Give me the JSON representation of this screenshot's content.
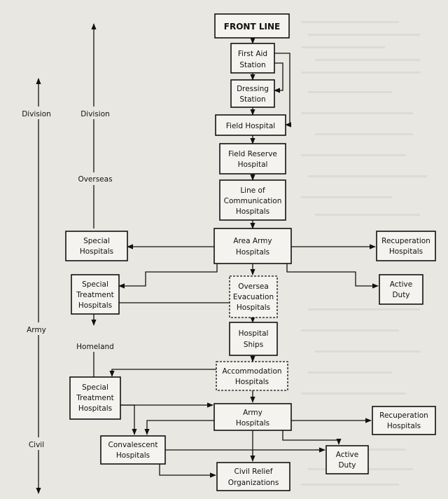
{
  "boxes": {
    "front_line": [
      "FRONT LINE"
    ],
    "first_aid": [
      "First Aid",
      "Station"
    ],
    "dressing": [
      "Dressing",
      "Station"
    ],
    "field_hospital": [
      "Field Hospital"
    ],
    "field_reserve": [
      "Field Reserve",
      "Hospital"
    ],
    "loc_hospitals": [
      "Line of",
      "Communication",
      "Hospitals"
    ],
    "special_hospitals": [
      "Special",
      "Hospitals"
    ],
    "area_army": [
      "Area Army",
      "Hospitals"
    ],
    "recuperation_1": [
      "Recuperation",
      "Hospitals"
    ],
    "special_treatment_1": [
      "Special",
      "Treatment",
      "Hospitals"
    ],
    "oversea_evac": [
      "Oversea",
      "Evacuation",
      "Hospitals"
    ],
    "active_duty_1": [
      "Active",
      "Duty"
    ],
    "hospital_ships": [
      "Hospital",
      "Ships"
    ],
    "accommodation": [
      "Accommodation",
      "Hospitals"
    ],
    "special_treatment_2": [
      "Special",
      "Treatment",
      "Hospitals"
    ],
    "army_hospitals": [
      "Army",
      "Hospitals"
    ],
    "recuperation_2": [
      "Recuperation",
      "Hospitals"
    ],
    "convalescent": [
      "Convalescent",
      "Hospitals"
    ],
    "active_duty_2": [
      "Active",
      "Duty"
    ],
    "civil_relief": [
      "Civil Relief",
      "Organizations"
    ]
  },
  "axis_labels": {
    "left_division": "Division",
    "left_army": "Army",
    "left_civil": "Civil",
    "inner_division": "Division",
    "inner_overseas": "Overseas",
    "inner_homeland": "Homeland"
  }
}
